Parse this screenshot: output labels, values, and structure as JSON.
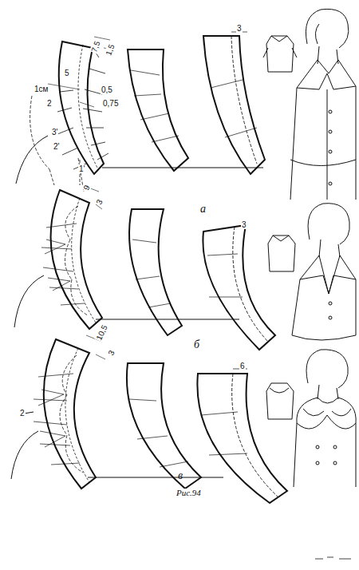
{
  "diagram": {
    "caption": "Рис.94",
    "labels": [
      "7,5",
      "1,5",
      "5",
      "1см",
      "0,5",
      "2",
      "0,75",
      "3'",
      "2'",
      "1'",
      "3",
      "а",
      "9",
      "3",
      "3",
      "б",
      "10,5",
      "3",
      "2",
      "6",
      "в"
    ]
  }
}
